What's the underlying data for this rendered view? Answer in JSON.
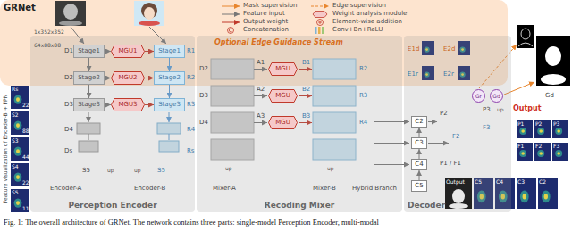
{
  "diagram": {
    "title": "GRNet",
    "caption": "Fig. 1: The overall architecture of GRNet. The network contains three parts: single-model Perception Encoder, multi-modal",
    "nodes": [
      {
        "text": [
          "Perception Encoder"
        ]
      },
      {
        "text": [
          "Recoding Mixer"
        ]
      },
      {
        "text": [
          "Decoder"
        ]
      },
      {
        "text": [
          "Stage1"
        ],
        "in": 0
      },
      {
        "text": [
          "Stage2"
        ],
        "in": 0
      },
      {
        "text": [
          "Stage3"
        ],
        "in": 0
      },
      {
        "text": [
          "Stage1"
        ],
        "in": 0
      },
      {
        "text": [
          "Stage2"
        ],
        "in": 0
      },
      {
        "text": [
          "Stage3"
        ],
        "in": 0
      },
      {
        "text": [
          "MGU1"
        ],
        "in": 0
      },
      {
        "text": [
          "MGU2"
        ],
        "in": 0
      },
      {
        "text": [
          "MGU3"
        ],
        "in": 0
      },
      {
        "text": [
          "MGU"
        ],
        "in": 1
      },
      {
        "text": [
          "MGU"
        ],
        "in": 1
      },
      {
        "text": [
          "MGU"
        ],
        "in": 1
      },
      {
        "text": [
          "C2"
        ],
        "in": 2
      },
      {
        "text": [
          "C3"
        ],
        "in": 2
      },
      {
        "text": [
          "C4"
        ],
        "in": 2
      },
      {
        "text": [
          "C5"
        ],
        "in": 2
      },
      {
        "text": [
          "Gr"
        ]
      },
      {
        "text": [
          "Gd"
        ]
      }
    ],
    "edges": [
      {
        "from": 3,
        "to": 4,
        "arrow": "to"
      },
      {
        "from": 4,
        "to": 5,
        "arrow": "to"
      },
      {
        "from": 6,
        "to": 7,
        "arrow": "to"
      },
      {
        "from": 7,
        "to": 8,
        "arrow": "to"
      },
      {
        "from": 3,
        "to": 9,
        "arrow": "to"
      },
      {
        "from": 9,
        "to": 6,
        "arrow": "to"
      },
      {
        "from": 4,
        "to": 10,
        "arrow": "to"
      },
      {
        "from": 10,
        "to": 7,
        "arrow": "to"
      },
      {
        "from": 5,
        "to": 11,
        "arrow": "to"
      },
      {
        "from": 11,
        "to": 8,
        "arrow": "to"
      },
      {
        "from": 18,
        "to": 17,
        "arrow": "to"
      },
      {
        "from": 17,
        "to": 16,
        "arrow": "to"
      },
      {
        "from": 16,
        "to": 15,
        "arrow": "to"
      }
    ],
    "labels": [
      "Optional Edge Guidance Stream",
      "1x352x352",
      "64x88x88",
      "D1",
      "D2",
      "D3",
      "D4",
      "Ds",
      "S5",
      "up",
      "R1",
      "R2",
      "R3",
      "R4",
      "Rs",
      "S5",
      "up",
      "Encoder-A",
      "Encoder-B",
      "D2",
      "D3",
      "D4",
      "A1",
      "B1",
      "A2",
      "B2",
      "A3",
      "B3",
      "R2",
      "R3",
      "R4",
      "up",
      "up",
      "Mixer-A",
      "Mixer-B",
      "Hybrid Branch",
      "E1d",
      "E2d",
      "E1r",
      "E2r",
      "Gd",
      "P2",
      "P3",
      "up",
      "P1 / F1",
      "F2",
      "F3",
      "Output",
      "P1",
      "P2",
      "P3",
      "F1",
      "F2",
      "F3",
      "Output",
      "C5",
      "C4",
      "C3",
      "C2",
      "Feature visualization of Encoder-B + FPN",
      "Rs",
      "22",
      "S2",
      "88",
      "S3",
      "44",
      "S4",
      "22",
      "S5",
      "11"
    ],
    "legend": [
      {
        "text": "Mask supervision"
      },
      {
        "text": "Edge supervision"
      },
      {
        "text": "Feature input"
      },
      {
        "text": "Weight analysis module"
      },
      {
        "text": "Output weight"
      },
      {
        "text": "Element-wise addition"
      },
      {
        "text": "Concatenation"
      },
      {
        "text": "Conv+Bn+ReLU"
      }
    ]
  }
}
